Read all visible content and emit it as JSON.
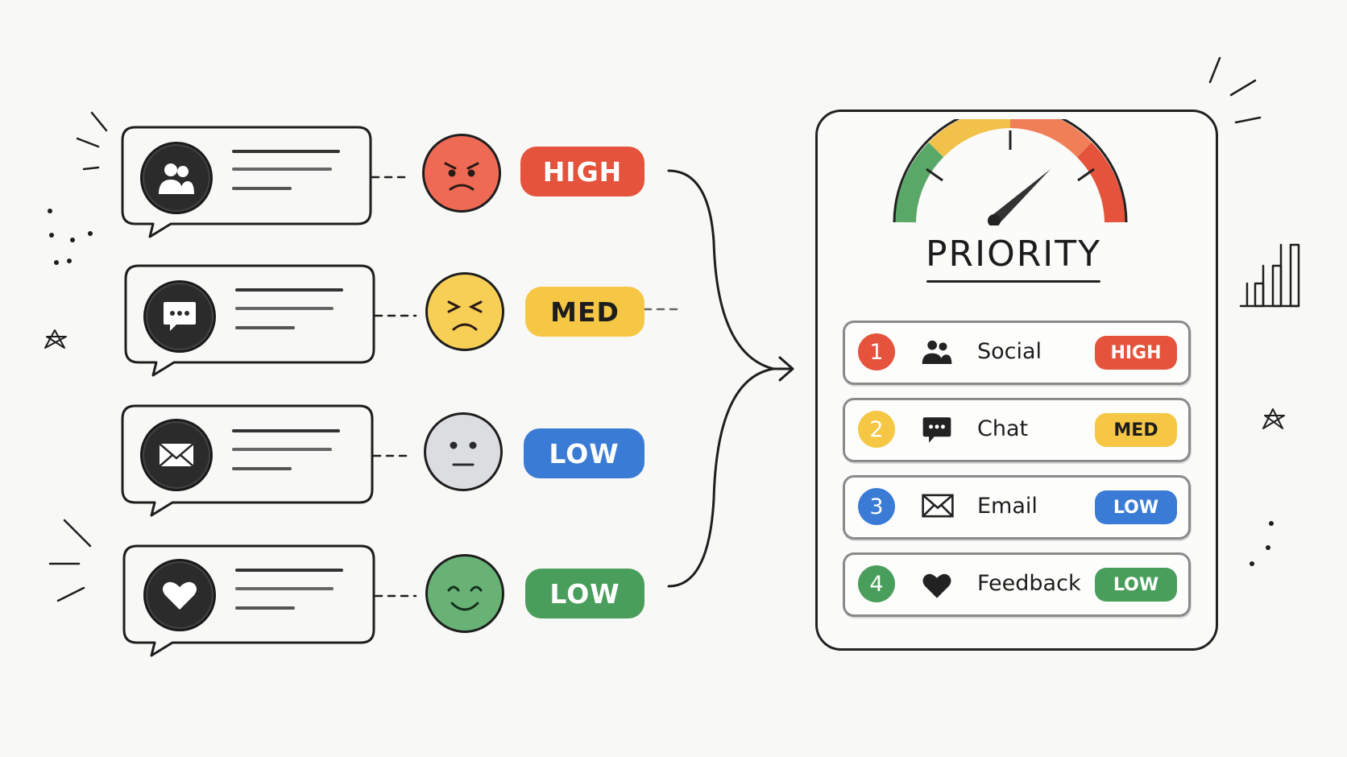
{
  "sources": [
    {
      "icon": "group-icon",
      "level_label": "HIGH",
      "face": "angry-face-icon",
      "color": "#e5533c"
    },
    {
      "icon": "chat-bubble-icon",
      "level_label": "MED",
      "face": "frustrated-face-icon",
      "color": "#f6c744"
    },
    {
      "icon": "envelope-icon",
      "level_label": "LOW",
      "face": "neutral-face-icon",
      "color": "#3a7bd5"
    },
    {
      "icon": "heart-icon",
      "level_label": "LOW",
      "face": "smiling-face-icon",
      "color": "#4a9e5c"
    }
  ],
  "panel": {
    "title": "PRIORITY",
    "gauge_icon": "gauge-icon",
    "rows": [
      {
        "num": "1",
        "icon": "group-icon",
        "label": "Social",
        "badge": "HIGH",
        "color": "#e5533c"
      },
      {
        "num": "2",
        "icon": "chat-bubble-icon",
        "label": "Chat",
        "badge": "MED",
        "color": "#f6c744"
      },
      {
        "num": "3",
        "icon": "envelope-icon",
        "label": "Email",
        "badge": "LOW",
        "color": "#3a7bd5"
      },
      {
        "num": "4",
        "icon": "heart-icon",
        "label": "Feedback",
        "badge": "LOW",
        "color": "#4a9e5c"
      }
    ]
  },
  "colors": {
    "high": "#e5533c",
    "med": "#f6c744",
    "low_blue": "#3a7bd5",
    "low_green": "#4a9e5c",
    "neutral_face": "#dcdde0",
    "ink": "#1e1e1e"
  }
}
